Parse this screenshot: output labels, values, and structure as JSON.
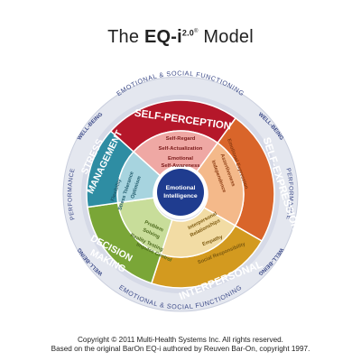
{
  "title": {
    "prefix": "The ",
    "bold": "EQ-i",
    "superscript": "2.0",
    "registered": "®",
    "suffix": " Model"
  },
  "center": {
    "line1": "Emotional",
    "line2": "Intelligence"
  },
  "outer_ring": {
    "top": "EMOTIONAL & SOCIAL FUNCTIONING",
    "bottom": "EMOTIONAL & SOCIAL FUNCTIONING",
    "left": "PERFORMANCE",
    "right": "PERFORMANCE",
    "wellbeing": "WELL-BEING"
  },
  "composites": [
    {
      "name": "SELF-PERCEPTION",
      "color": "#b5172a",
      "inner": "#efa8a4",
      "subscales": [
        "Self-Regard",
        "Self-Actualization",
        "Emotional",
        "Self-Awareness"
      ]
    },
    {
      "name": "SELF-EXPRESSION",
      "color": "#d9652a",
      "inner": "#f4b98a",
      "subscales": [
        "Emotional Expression",
        "Assertiveness",
        "Independence"
      ]
    },
    {
      "name": "INTERPERSONAL",
      "color": "#d39a1f",
      "inner": "#f2dca4",
      "subscales": [
        "Interpersonal",
        "Relationships",
        "Empathy",
        "Social Responsibility"
      ]
    },
    {
      "name": "DECISION",
      "name2": "MAKING",
      "color": "#7aa637",
      "inner": "#c8dd9a",
      "subscales": [
        "Problem",
        "Solving",
        "Reality Testing",
        "Impulse Control"
      ]
    },
    {
      "name": "STRESS",
      "name2": "MANAGEMENT",
      "color": "#2e8da3",
      "inner": "#a7d4df",
      "subscales": [
        "Flexibility",
        "Stress Tolerance",
        "Optimism"
      ]
    }
  ],
  "colors": {
    "ring_outer": "#dfe2ec",
    "ring_inner": "#cfd4e2",
    "ring_text": "#3c4a88",
    "core": "#1f3c8f"
  },
  "footer": {
    "line1": "Copyright © 2011 Multi-Health Systems Inc. All rights reserved.",
    "line2": "Based on the original BarOn EQ-i authored by Reuven Bar-On, copyright 1997."
  }
}
